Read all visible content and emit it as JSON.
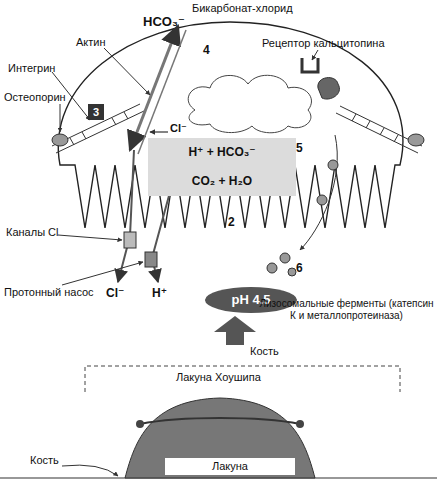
{
  "diagram": {
    "nodes": [
      {
        "text": [
          "3"
        ]
      },
      {
        "text": [
          "H⁺ + HCO₃⁻",
          "CO₂ + H₂O"
        ]
      },
      {
        "text": [
          "pH 4.5"
        ]
      },
      {
        "text": [
          "Лакуна"
        ]
      }
    ],
    "labels": [
      "Бикарбонат-хлорид",
      "HCO₃⁻",
      "4",
      "Актин",
      "Рецептор кальцитопина",
      "Интегрин",
      "Остеопорин",
      "Cl⁻",
      "5",
      "Каналы Cl",
      "2",
      "Протонный насос",
      "Cl⁻",
      "H⁺",
      "6",
      "Лизосомальные ферменты (катепсин К и металлопротеиназа)",
      "Кость",
      "Лакуна Хоушипа",
      "Кость"
    ]
  }
}
